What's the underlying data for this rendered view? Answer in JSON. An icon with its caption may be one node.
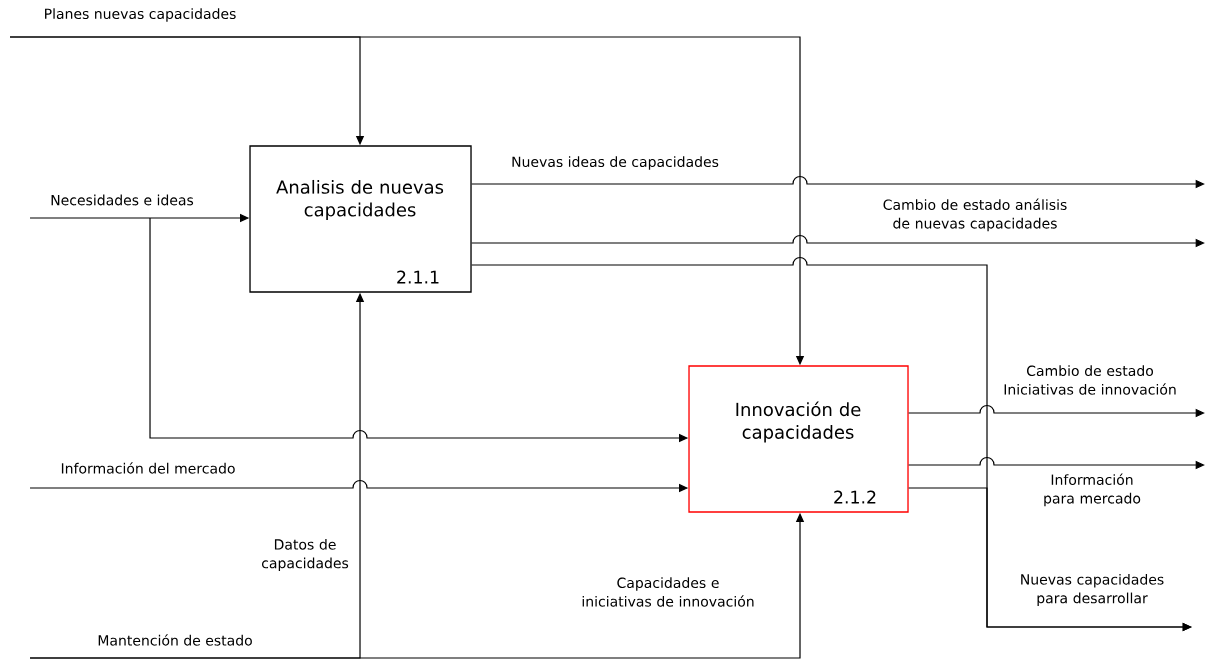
{
  "diagram": {
    "nodes": [
      {
        "text": [
          "Analisis de nuevas capacidades",
          "2.1.1"
        ]
      },
      {
        "text": [
          "Innovación de capacidades",
          "2.1.2"
        ]
      }
    ],
    "edges": [
      {
        "from": null,
        "to": 0,
        "arrow": "to",
        "label": "Planes nuevas capacidades"
      },
      {
        "from": null,
        "to": 1,
        "arrow": "to"
      },
      {
        "from": null,
        "to": 0,
        "arrow": "to",
        "label": "Necesidades e ideas"
      },
      {
        "from": null,
        "to": 1,
        "arrow": "to"
      },
      {
        "from": null,
        "to": 1,
        "arrow": "to",
        "label": "Información del mercado"
      },
      {
        "from": null,
        "to": 0,
        "arrow": "to",
        "label": "Datos de capacidades"
      },
      {
        "from": null,
        "to": 1,
        "arrow": "to",
        "label": "Capacidades e iniciativas de innovación"
      },
      {
        "from": 0,
        "to": null,
        "arrow": "to",
        "label": "Nuevas ideas de capacidades"
      },
      {
        "from": 0,
        "to": null,
        "arrow": "to",
        "label": "Cambio de estado análisis de nuevas capacidades"
      },
      {
        "from": 0,
        "to": null,
        "arrow": "to",
        "label": "Nuevas capacidades para desarrollar"
      },
      {
        "from": 1,
        "to": null,
        "arrow": "to",
        "label": "Cambio de estado Iniciativas de innovación"
      },
      {
        "from": 1,
        "to": null,
        "arrow": "to",
        "label": "Información para mercado"
      },
      {
        "from": 1,
        "to": null,
        "arrow": "to"
      }
    ],
    "labels": [
      "Mantención de estado"
    ]
  }
}
